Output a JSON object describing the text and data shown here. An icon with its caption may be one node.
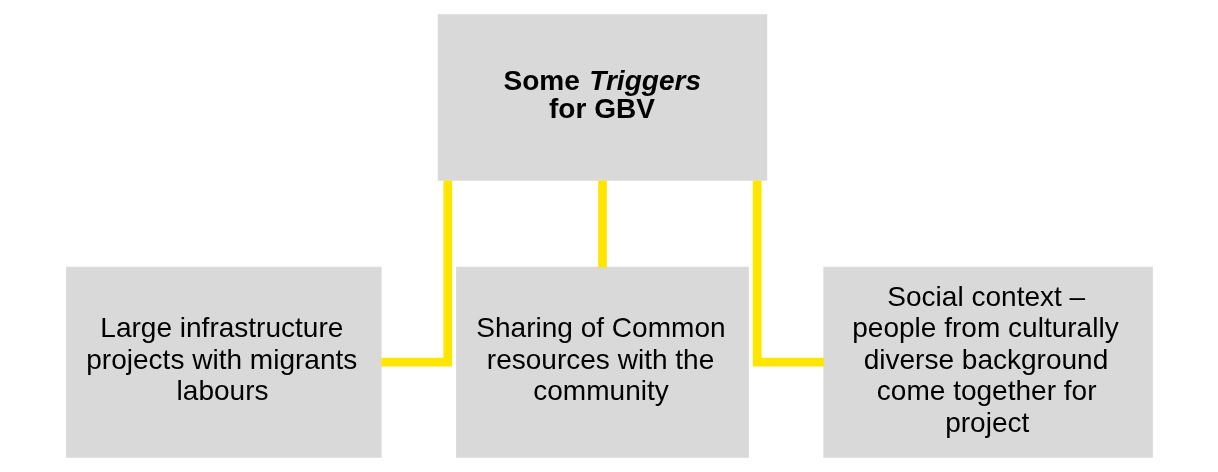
{
  "diagram": {
    "nodes": [
      {
        "text": [
          "Some *Triggers* for GBV"
        ]
      },
      {
        "text": [
          "Large infrastructure projects with migrants labours"
        ]
      },
      {
        "text": [
          "Sharing of Common resources with the community"
        ]
      },
      {
        "text": [
          "Social context – people from culturally diverse background come together for project"
        ]
      }
    ],
    "edges": [
      {
        "from": 0,
        "to": 1,
        "arrow": "none",
        "color": "#ffe600"
      },
      {
        "from": 0,
        "to": 2,
        "arrow": "none",
        "color": "#ffe600"
      },
      {
        "from": 0,
        "to": 3,
        "arrow": "none",
        "color": "#ffe600"
      }
    ]
  }
}
